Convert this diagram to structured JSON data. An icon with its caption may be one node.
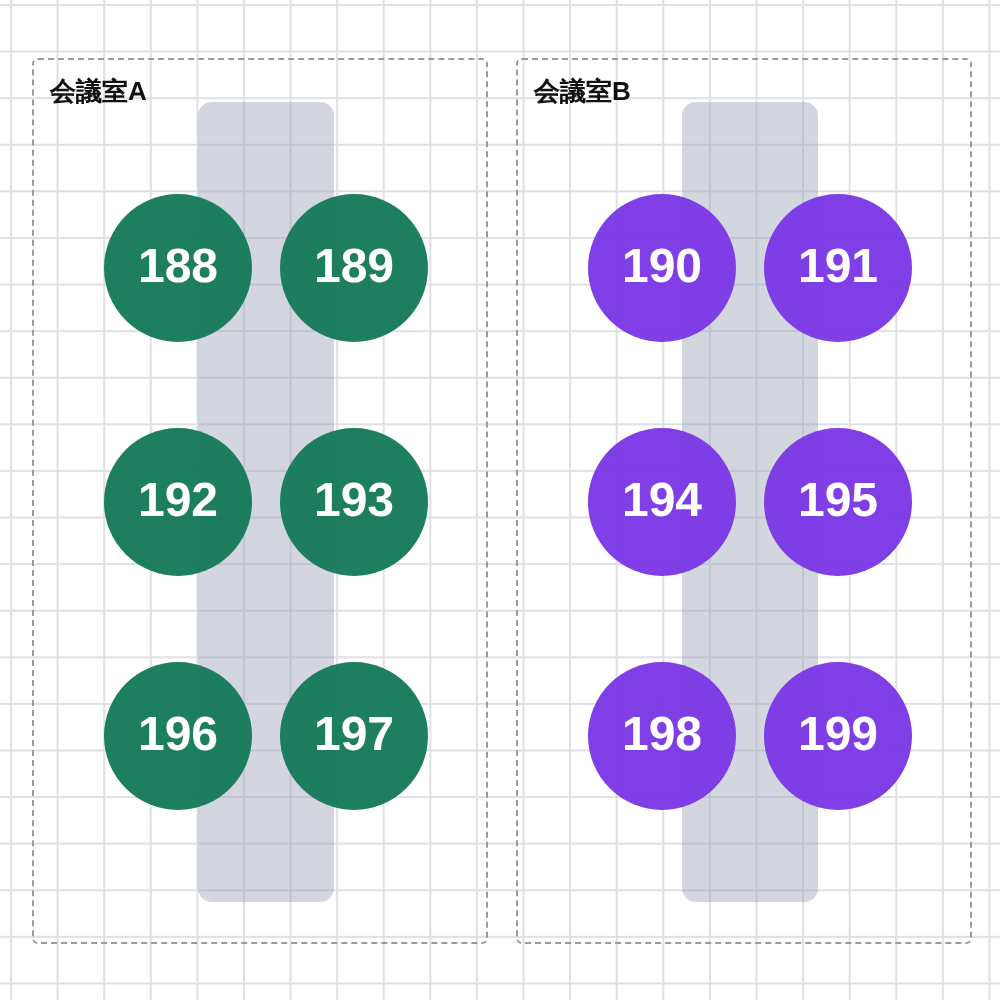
{
  "diagram": {
    "nodes": [
      {
        "text": [
          "会議室A"
        ]
      },
      {
        "text": [],
        "shape": "box",
        "in": 0
      },
      {
        "text": [
          "188"
        ],
        "in": 0
      },
      {
        "text": [
          "189"
        ],
        "in": 0
      },
      {
        "text": [
          "192"
        ],
        "in": 0
      },
      {
        "text": [
          "193"
        ],
        "in": 0
      },
      {
        "text": [
          "196"
        ],
        "in": 0
      },
      {
        "text": [
          "197"
        ],
        "in": 0
      },
      {
        "text": [
          "会議室B"
        ]
      },
      {
        "text": [],
        "shape": "box",
        "in": 8
      },
      {
        "text": [
          "190"
        ],
        "in": 8
      },
      {
        "text": [
          "191"
        ],
        "in": 8
      },
      {
        "text": [
          "194"
        ],
        "in": 8
      },
      {
        "text": [
          "195"
        ],
        "in": 8
      },
      {
        "text": [
          "198"
        ],
        "in": 8
      },
      {
        "text": [
          "199"
        ],
        "in": 8
      }
    ]
  }
}
